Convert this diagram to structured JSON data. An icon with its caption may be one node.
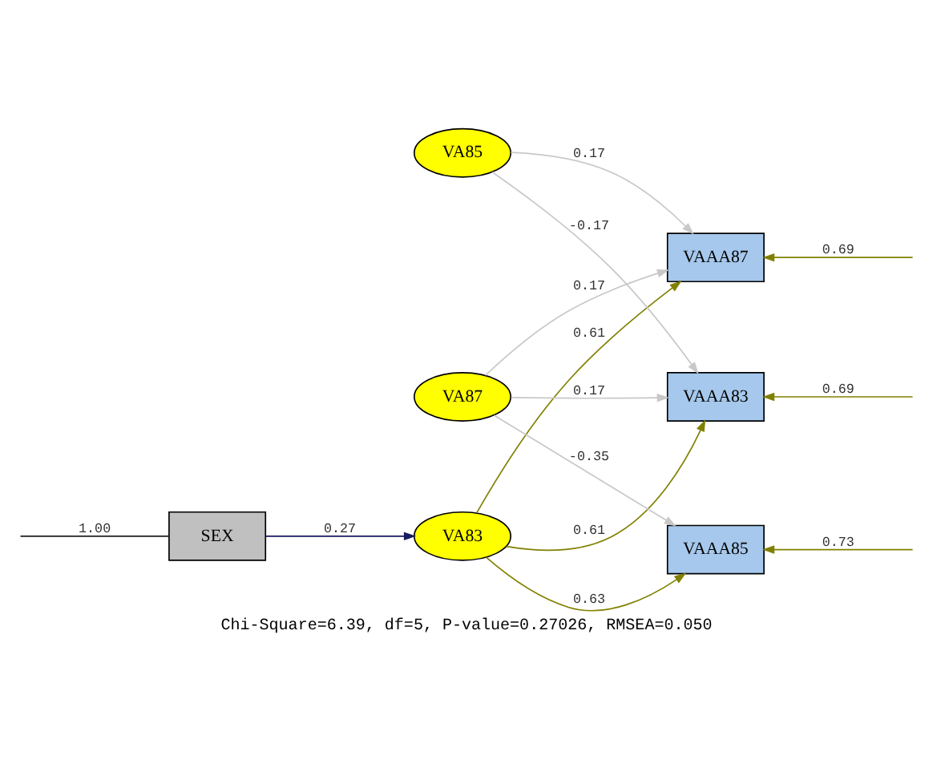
{
  "diagram": {
    "caption": "Chi-Square=6.39, df=5, P-value=0.27026, RMSEA=0.050",
    "nodes": [
      {
        "text": [
          "SEX"
        ]
      },
      {
        "text": [
          "VA83"
        ]
      },
      {
        "text": [
          "VA85"
        ]
      },
      {
        "text": [
          "VA87"
        ]
      },
      {
        "text": [
          "VAAA83"
        ]
      },
      {
        "text": [
          "VAAA85"
        ]
      },
      {
        "text": [
          "VAAA87"
        ]
      }
    ],
    "edges": [
      {
        "from": null,
        "to": 0,
        "arrow": "none",
        "label": "1.00",
        "color": "#202020"
      },
      {
        "from": 0,
        "to": 1,
        "arrow": "to",
        "label": "0.27",
        "color": "#1a1a60"
      },
      {
        "from": 1,
        "to": 4,
        "arrow": "to",
        "label": "0.61",
        "color": "#808000"
      },
      {
        "from": 1,
        "to": 5,
        "arrow": "to",
        "label": "0.63",
        "color": "#808000"
      },
      {
        "from": 1,
        "to": 6,
        "arrow": "to",
        "label": "0.61",
        "color": "#808000"
      },
      {
        "from": 2,
        "to": 4,
        "arrow": "to",
        "label": "-0.17",
        "color": "#c8c8c8"
      },
      {
        "from": 2,
        "to": 6,
        "arrow": "to",
        "label": "0.17",
        "color": "#c8c8c8"
      },
      {
        "from": 3,
        "to": 4,
        "arrow": "to",
        "label": "0.17",
        "color": "#c8c8c8"
      },
      {
        "from": 3,
        "to": 5,
        "arrow": "to",
        "label": "-0.35",
        "color": "#c8c8c8"
      },
      {
        "from": 3,
        "to": 6,
        "arrow": "to",
        "label": "0.17",
        "color": "#c8c8c8"
      },
      {
        "from": null,
        "to": 4,
        "arrow": "to",
        "label": "0.69",
        "color": "#808000"
      },
      {
        "from": null,
        "to": 5,
        "arrow": "to",
        "label": "0.73",
        "color": "#808000"
      },
      {
        "from": null,
        "to": 6,
        "arrow": "to",
        "label": "0.69",
        "color": "#808000"
      }
    ]
  }
}
